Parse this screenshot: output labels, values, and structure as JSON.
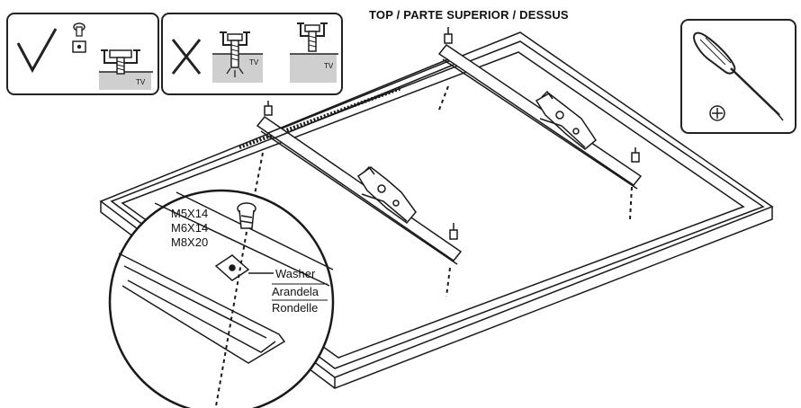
{
  "header": {
    "orientation_label": "TOP / PARTE SUPERIOR / DESSUS"
  },
  "legend": {
    "correct_tv_label": "TV",
    "wrong_tv_label_1": "TV",
    "wrong_tv_label_2": "TV"
  },
  "detail": {
    "screw_sizes": [
      "M5X14",
      "M6X14",
      "M8X20"
    ],
    "washer_labels": [
      "Washer",
      "Arandela",
      "Rondelle"
    ]
  },
  "tool": {
    "icon": "phillips-screwdriver-icon"
  },
  "colors": {
    "line": "#1a1a1a",
    "tv_base": "#cfcfcf"
  }
}
